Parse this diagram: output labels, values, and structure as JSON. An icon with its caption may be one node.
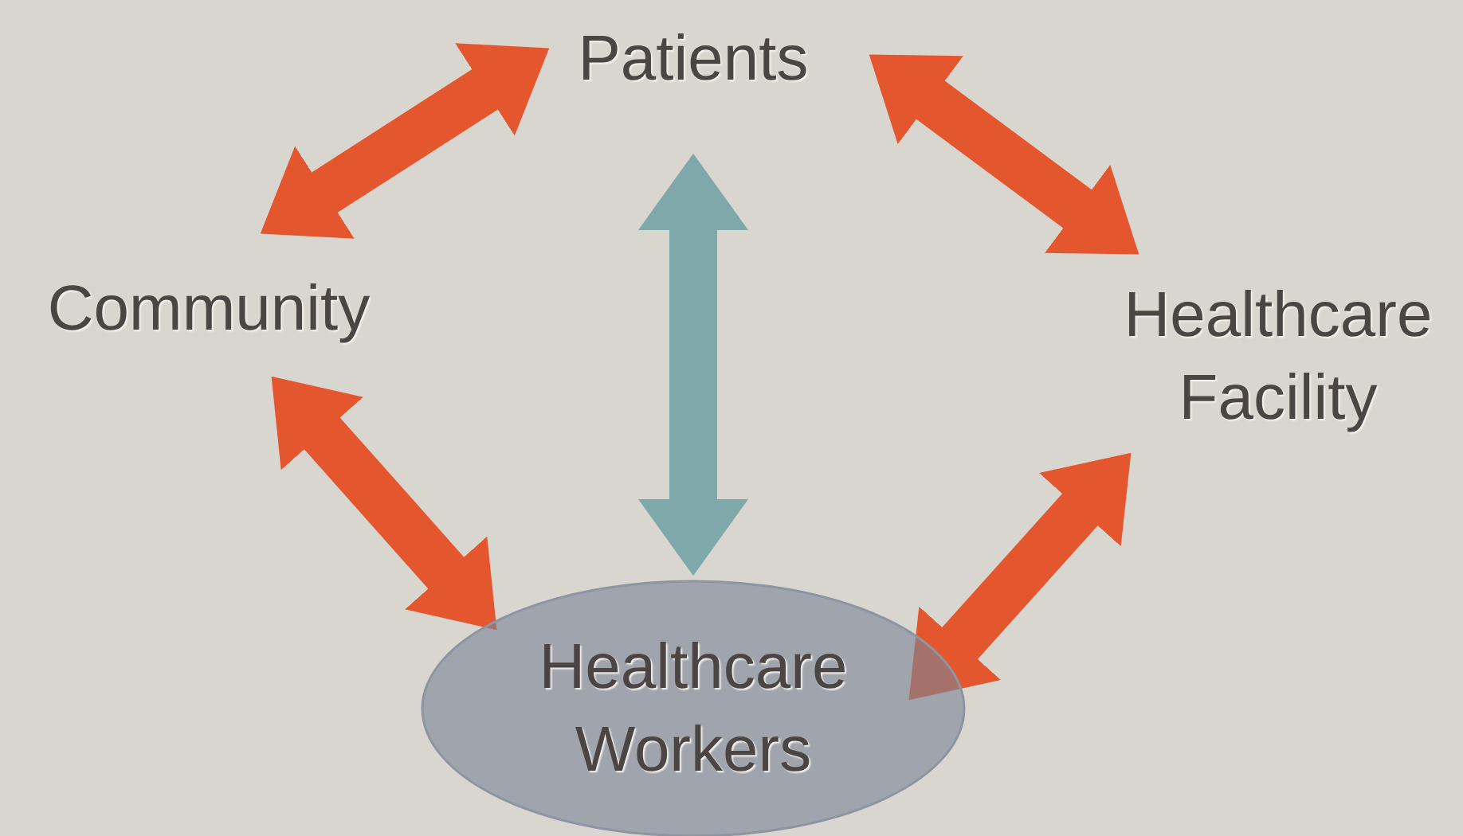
{
  "diagram": {
    "nodes": [
      {
        "text": [
          "Patients"
        ]
      },
      {
        "text": [
          "Community"
        ]
      },
      {
        "text": [
          "Healthcare Facility"
        ]
      },
      {
        "text": [
          "Healthcare Workers"
        ]
      }
    ],
    "edges": [
      {
        "from": 0,
        "to": 1,
        "arrow": "both"
      },
      {
        "from": 0,
        "to": 2,
        "arrow": "both"
      },
      {
        "from": 1,
        "to": 3,
        "arrow": "both"
      },
      {
        "from": 3,
        "to": 2,
        "arrow": "both"
      },
      {
        "from": 0,
        "to": 3,
        "arrow": "both",
        "color": "#7fa8ab"
      }
    ]
  }
}
